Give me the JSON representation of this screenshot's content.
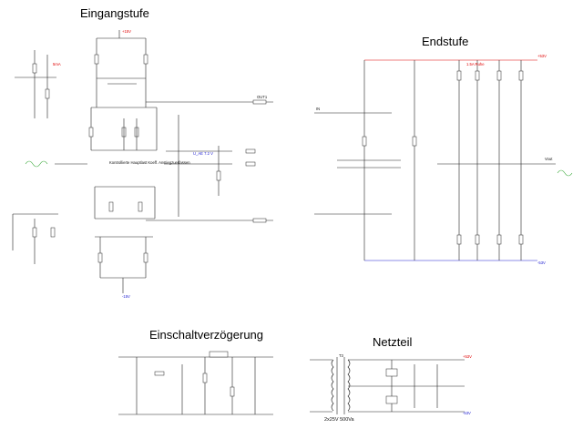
{
  "sections": {
    "input_stage": "Eingangstufe",
    "output_stage": "Endstufe",
    "delay": "Einschaltverzögerung",
    "power": "Netzteil"
  },
  "labels": {
    "plus15": "+15V",
    "minus15": "-15V",
    "plus53": "+53V",
    "minus53": "-53V",
    "transformer": "T3",
    "transformer_rating": "2x25V 500Va",
    "u_ae": "U_AE 7.2 V",
    "vout": "Vout",
    "r_diff": "Kontrollierte Hauptlast Koeff. Anstiegzuerfassen",
    "supply_plus": "+53V",
    "supply_minus": "-53V",
    "current_5ma": "5mA",
    "current_1a": "1.5A Ruhe",
    "ausgang": "OUT1",
    "in": "IN"
  },
  "colors": {
    "wire": "#222222",
    "red": "#e00000",
    "blue": "#1a1ad0",
    "green": "#2fa52f"
  }
}
